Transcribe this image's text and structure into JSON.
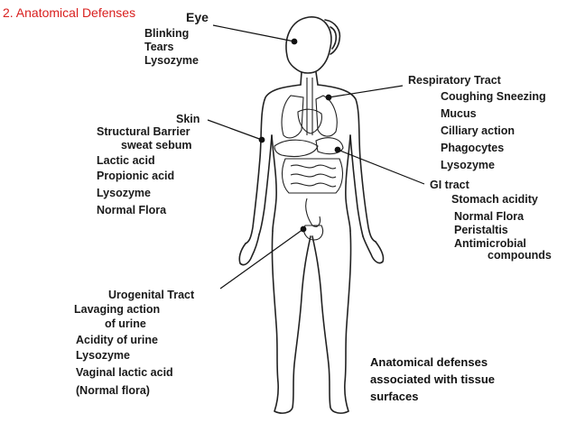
{
  "header": {
    "title": "2. Anatomical Defenses",
    "color": "#d9201f"
  },
  "caption": [
    "Anatomical defenses",
    "associated with tissue",
    "surfaces"
  ],
  "eye": {
    "title": "Eye",
    "items": [
      "Blinking",
      "Tears",
      "Lysozyme"
    ]
  },
  "skin": {
    "title": "Skin",
    "items": [
      "Structural Barrier",
      "sweat sebum",
      "Lactic acid",
      "Propionic acid",
      "Lysozyme",
      "Normal Flora"
    ]
  },
  "respiratory": {
    "title": "Respiratory Tract",
    "items": [
      "Coughing Sneezing",
      "Mucus",
      "Cilliary action",
      "Phagocytes",
      "Lysozyme"
    ]
  },
  "gi": {
    "title": "GI tract",
    "items": [
      "Stomach acidity",
      "Normal Flora",
      "Peristaltis",
      "Antimicrobial",
      "compounds"
    ]
  },
  "urogenital": {
    "title": "Urogenital Tract",
    "items": [
      "Lavaging action",
      "of urine",
      "Acidity of urine",
      "Lysozyme",
      "Vaginal lactic acid",
      "(Normal flora)"
    ]
  }
}
